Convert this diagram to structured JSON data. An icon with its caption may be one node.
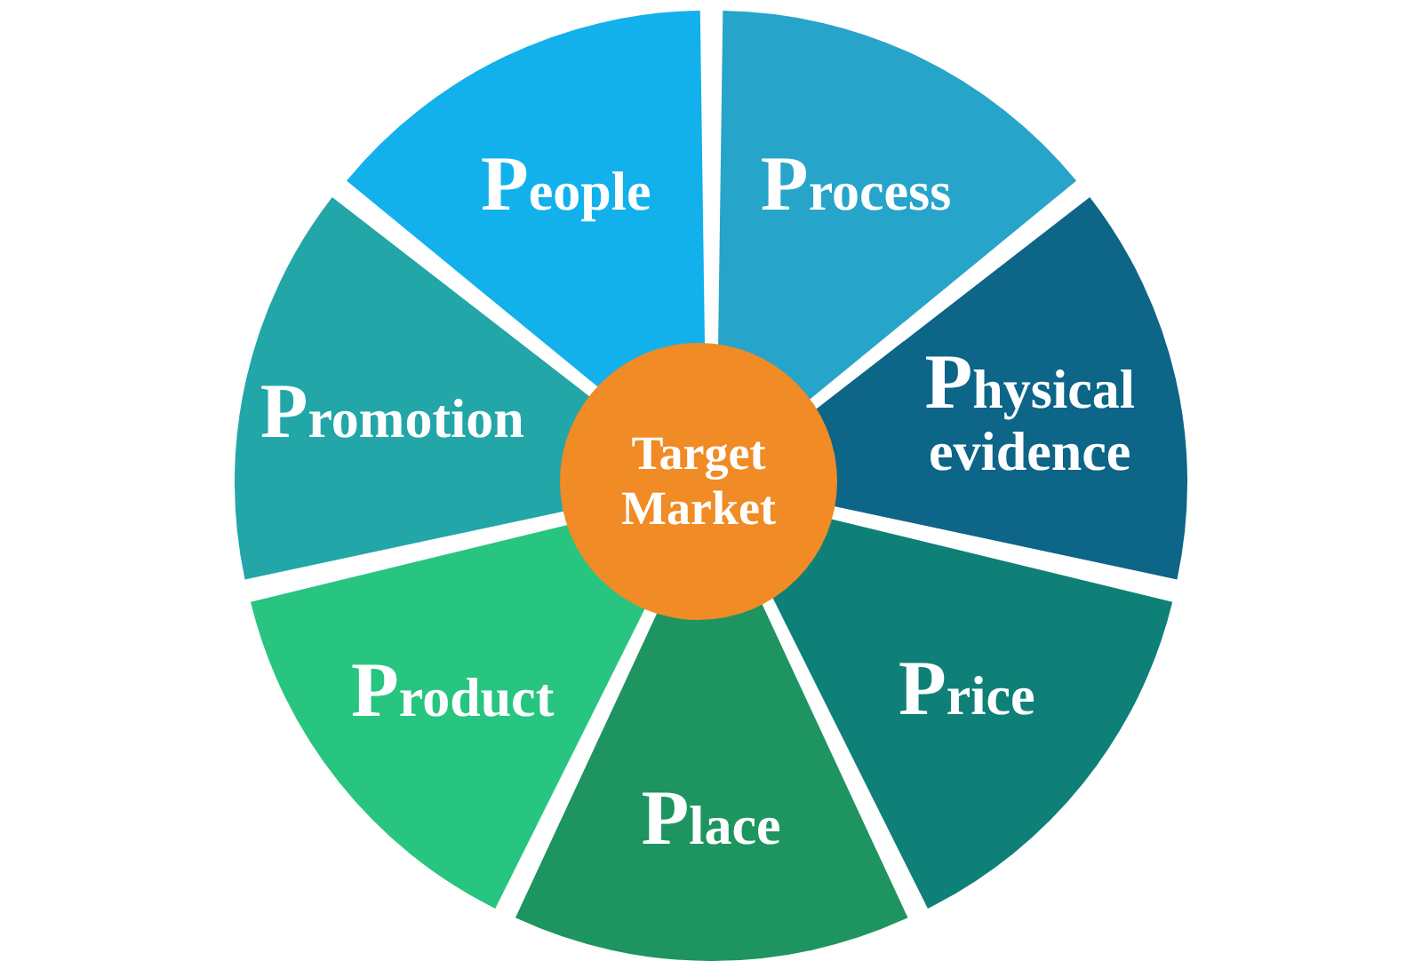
{
  "diagram": {
    "nodes": [
      {
        "text": [
          "People"
        ]
      },
      {
        "text": [
          "Process"
        ]
      },
      {
        "text": [
          "Physical evidence"
        ]
      },
      {
        "text": [
          "Price"
        ]
      },
      {
        "text": [
          "Place"
        ]
      },
      {
        "text": [
          "Product"
        ]
      },
      {
        "text": [
          "Promotion"
        ]
      },
      {
        "text": [
          "Target Market"
        ]
      }
    ]
  }
}
